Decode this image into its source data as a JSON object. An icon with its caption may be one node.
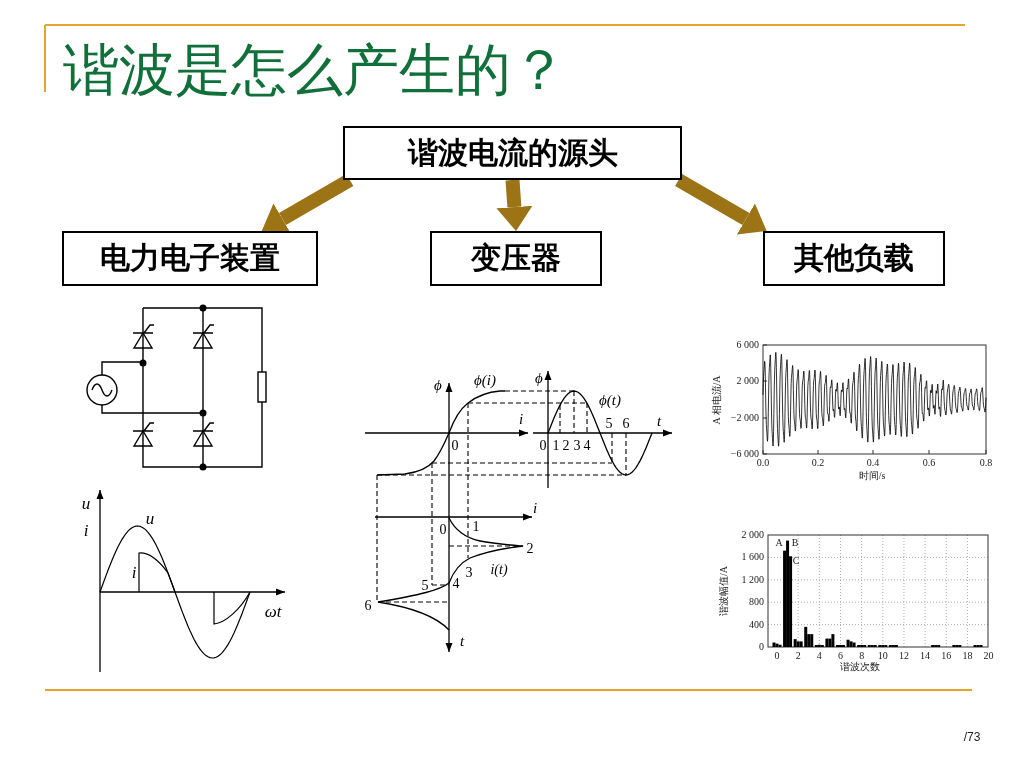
{
  "diagram": {
    "title": "谐波是怎么产生的？",
    "nodes": [
      {
        "text": [
          "谐波电流的源头"
        ]
      },
      {
        "text": [
          "电力电子装置"
        ]
      },
      {
        "text": [
          "变压器"
        ]
      },
      {
        "text": [
          "其他负载"
        ]
      }
    ],
    "edges": [
      {
        "from": 0,
        "to": 1,
        "arrow": "to"
      },
      {
        "from": 0,
        "to": 2,
        "arrow": "to"
      },
      {
        "from": 0,
        "to": 3,
        "arrow": "to"
      }
    ],
    "labels": [
      "u",
      "i",
      "u",
      "i",
      "ωt",
      "ϕ",
      "ϕ(i)",
      "ϕ",
      "ϕ(t)",
      "i",
      "0",
      "0",
      "1",
      "2",
      "3",
      "4",
      "5",
      "6",
      "t",
      "i",
      "0",
      "1",
      "2",
      "3",
      "i(t)",
      "5",
      "4",
      "6",
      "t",
      "6 000",
      "2 000",
      "−2 000",
      "−6 000",
      "0.0",
      "0.2",
      "0.4",
      "0.6",
      "0.8",
      "时间/s",
      "A 相电流/A",
      "2 000",
      "1 600",
      "1 200",
      "800",
      "400",
      "0",
      "A",
      "B",
      "C",
      "0",
      "2",
      "4",
      "6",
      "8",
      "10",
      "12",
      "14",
      "16",
      "18",
      "20",
      "谐波次数",
      "谐波幅值/A",
      "/73"
    ]
  }
}
